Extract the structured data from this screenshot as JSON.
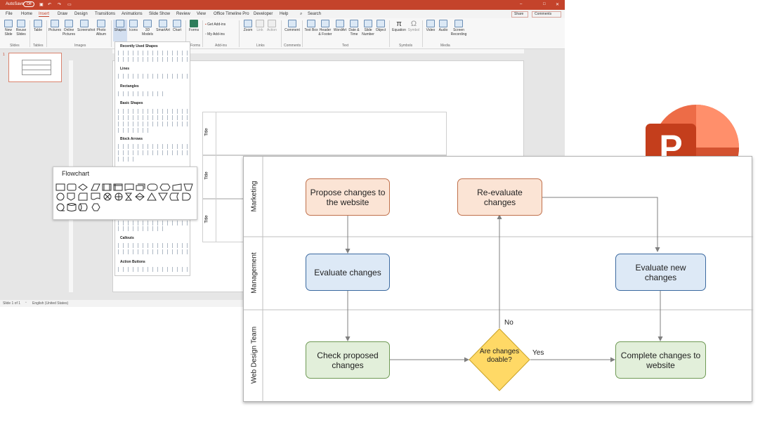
{
  "window": {
    "autosave_label": "AutoSave",
    "autosave_state": "Off",
    "share_label": "Share",
    "comments_label": "Comments"
  },
  "menu_tabs": [
    "File",
    "Home",
    "Insert",
    "Draw",
    "Design",
    "Transitions",
    "Animations",
    "Slide Show",
    "Review",
    "View",
    "Office Timeline Pro",
    "Developer",
    "Help"
  ],
  "search_label": "Search",
  "ribbon": {
    "buttons": [
      "New Slide",
      "Reuse Slides",
      "Table",
      "Pictures",
      "Online Pictures",
      "Screenshot",
      "Photo Album",
      "Shapes",
      "Icons",
      "3D Models",
      "SmartArt",
      "Chart",
      "Forms",
      "Get Add-ins",
      "My Add-ins",
      "Zoom",
      "Link",
      "Action",
      "Comment",
      "Text Box",
      "Header & Footer",
      "WordArt",
      "Date & Time",
      "Slide Number",
      "Object",
      "Equation",
      "Symbol",
      "Video",
      "Audio",
      "Screen Recording"
    ],
    "groups": [
      "Slides",
      "Tables",
      "Images",
      "Forms",
      "Add-ins",
      "Links",
      "Comments",
      "Text",
      "Symbols",
      "Media"
    ]
  },
  "shapes_panel": {
    "sections": [
      "Recently Used Shapes",
      "Lines",
      "Rectangles",
      "Basic Shapes",
      "Block Arrows",
      "Callouts",
      "Action Buttons"
    ]
  },
  "flowchart_popout": {
    "title": "Flowchart"
  },
  "slide": {
    "thumb_number": "1",
    "row_labels": [
      "Title",
      "Title",
      "Title"
    ]
  },
  "status": {
    "slide_indicator": "Slide 1 of 1",
    "language": "English (United States)"
  },
  "diagram": {
    "lanes": [
      "Marketing",
      "Management",
      "Web Design Team"
    ],
    "nodes": {
      "propose": "Propose changes to the website",
      "reevaluate": "Re-evaluate changes",
      "evaluate": "Evaluate changes",
      "evaluate_new": "Evaluate new changes",
      "check": "Check proposed changes",
      "decision": "Are changes doable?",
      "complete": "Complete changes to website"
    },
    "edge_labels": {
      "no": "No",
      "yes": "Yes"
    },
    "colors": {
      "marketing": "#fbe4d5",
      "management": "#dde9f6",
      "web_design": "#e2efda",
      "decision": "#ffd966"
    }
  },
  "logo": {
    "letter": "P",
    "brand_color": "#c4432b"
  }
}
